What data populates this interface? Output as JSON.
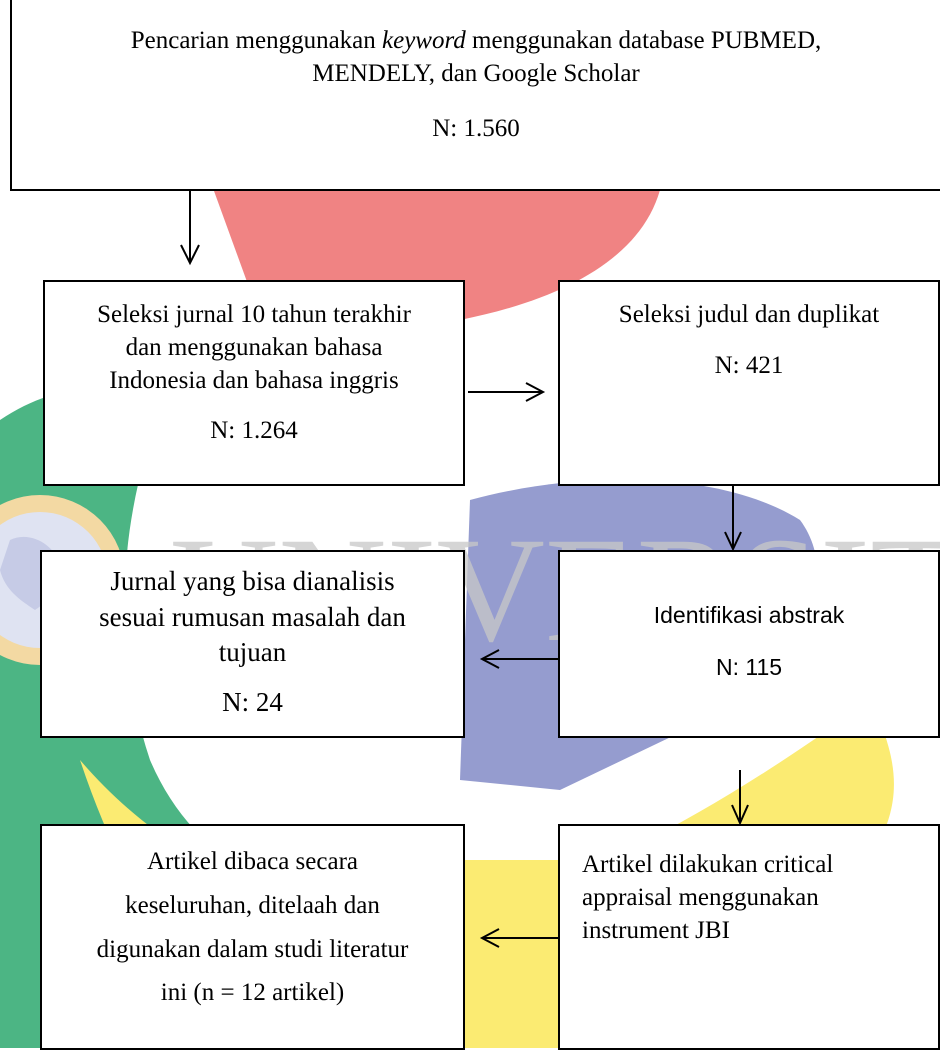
{
  "nodes": {
    "search": {
      "prefix": "Pencarian menggunakan ",
      "emphasis": "keyword",
      "suffix": " menggunakan database PUBMED,",
      "line2": "MENDELY, dan Google Scholar",
      "count": "N: 1.560"
    },
    "year_language": {
      "lines": [
        "Seleksi jurnal 10 tahun terakhir",
        "dan menggunakan bahasa",
        "Indonesia dan bahasa inggris"
      ],
      "count": "N: 1.264"
    },
    "title_duplicate": {
      "label": "Seleksi judul dan duplikat",
      "count": "N: 421"
    },
    "abstract": {
      "label": "Identifikasi abstrak",
      "count": "N: 115"
    },
    "analyzable": {
      "lines": [
        "Jurnal yang bisa dianalisis",
        "sesuai rumusan masalah dan",
        "tujuan"
      ],
      "count": "N: 24"
    },
    "appraisal": {
      "lines": [
        "Artikel dilakukan critical",
        "appraisal menggunakan",
        "instrument JBI"
      ]
    },
    "final": {
      "lines": [
        "Artikel dibaca secara",
        "keseluruhan, ditelaah dan",
        "digunakan dalam studi literatur",
        "ini (n = 12 artikel)"
      ]
    }
  },
  "watermark": {
    "text": "UNIVERSITAS ADVENT INDONESIA",
    "colors": {
      "red": "#ef7e7e",
      "green": "#45b07f",
      "blue": "#8e97cc",
      "yellow": "#fbe96a",
      "gray": "#cfcfcf"
    }
  }
}
